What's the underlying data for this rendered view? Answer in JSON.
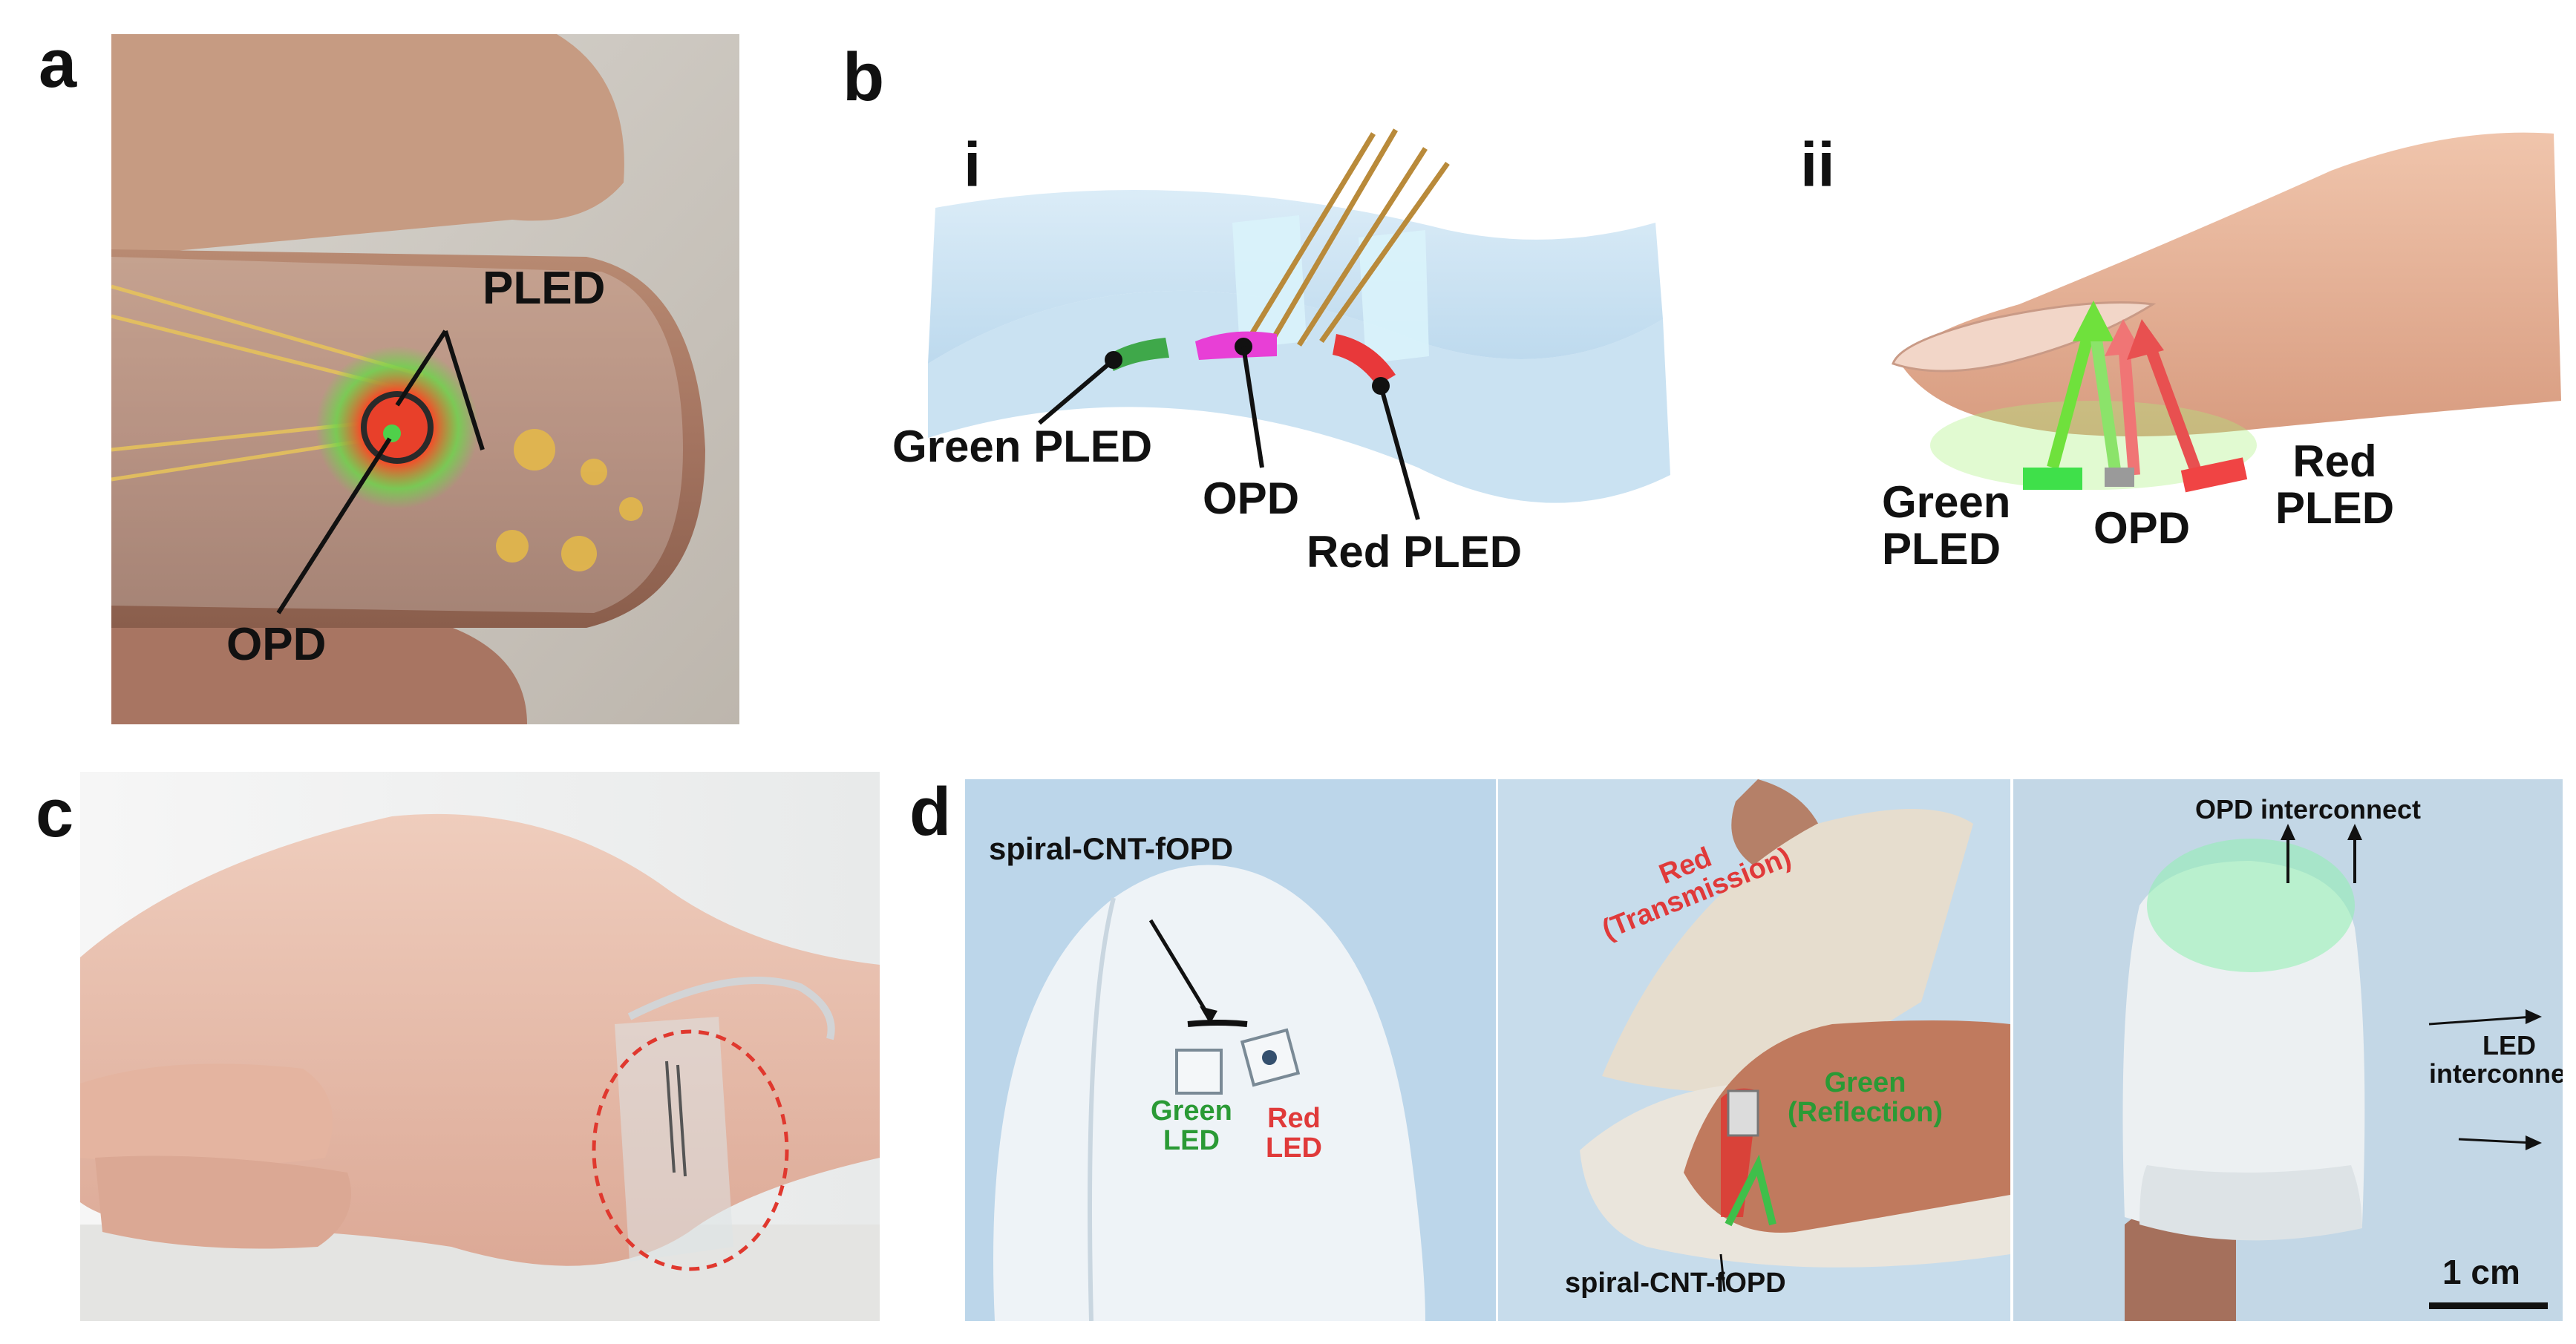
{
  "panels": {
    "a": {
      "letter": "a",
      "labels": {
        "pled": "PLED",
        "opd": "OPD"
      }
    },
    "b": {
      "letter": "b",
      "i": {
        "roman": "i",
        "labels": {
          "green_pled": "Green PLED",
          "opd": "OPD",
          "red_pled": "Red PLED"
        }
      },
      "ii": {
        "roman": "ii",
        "labels": {
          "green_line1": "Green",
          "green_line2": "PLED",
          "opd": "OPD",
          "red_line1": "Red",
          "red_line2": "PLED"
        }
      }
    },
    "c": {
      "letter": "c"
    },
    "d": {
      "letter": "d",
      "left": {
        "spiral": "spiral-CNT-fOPD",
        "green_1": "Green",
        "green_2": "LED",
        "red_1": "Red",
        "red_2": "LED"
      },
      "middle": {
        "red_1": "Red",
        "red_2": "(Transmission)",
        "green_1": "Green",
        "green_2": "(Reflection)",
        "spiral": "spiral-CNT-fOPD"
      },
      "right": {
        "opd_interconnect": "OPD interconnect",
        "led_1": "LED",
        "led_2": "interconnect",
        "scale": "1 cm"
      }
    }
  },
  "colors": {
    "green_led": "#3fd14a",
    "red_led": "#e8383a",
    "opd_magenta": "#e83fd6",
    "fabric_bg": "#bcd6ea",
    "skin": "#e6b69c"
  }
}
